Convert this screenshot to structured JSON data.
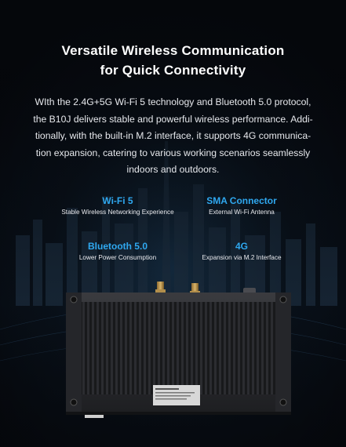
{
  "heading": {
    "line1": "Versatile Wireless Communication",
    "line2": "for Quick Connectivity"
  },
  "description": {
    "lines": [
      "WIth the 2.4G+5G Wi-Fi 5 technology and Bluetooth 5.0 protocol,",
      "the B10J delivers stable and powerful wireless performance. Addi-",
      "tionally, with the built-in M.2 interface, it supports 4G communica-",
      "tion expansion, catering to various working scenarios seamlessly",
      "indoors and outdoors."
    ]
  },
  "features": [
    {
      "name": "Wi-Fi 5",
      "detail": "Stable Wireless Networking  Experience"
    },
    {
      "name": "SMA Connector",
      "detail": "External Wi-Fi Antenna"
    },
    {
      "name": "Bluetooth 5.0",
      "detail": "Lower Power Consumption"
    },
    {
      "name": "4G",
      "detail": "Expansion via M.2 Interface"
    }
  ],
  "colors": {
    "background": "#05070b",
    "accent": "#2fa8f0",
    "text": "#ffffff",
    "device_body": "#2a2b2e"
  }
}
